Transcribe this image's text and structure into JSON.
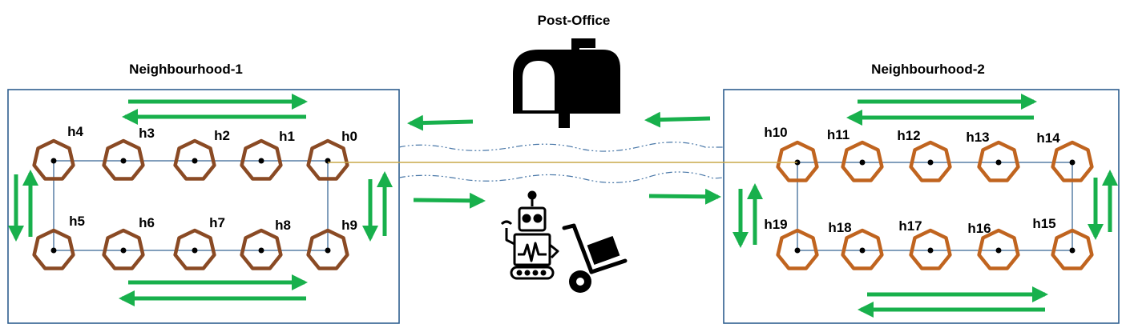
{
  "title": "Post-Office",
  "neighbourhoods": [
    {
      "label": "Neighbourhood-1",
      "houses_top": [
        "h4",
        "h3",
        "h2",
        "h1",
        "h0"
      ],
      "houses_bottom": [
        "h5",
        "h6",
        "h7",
        "h8",
        "h9"
      ]
    },
    {
      "label": "Neighbourhood-2",
      "houses_top": [
        "h10",
        "h11",
        "h12",
        "h13",
        "h14"
      ],
      "houses_bottom": [
        "h19",
        "h18",
        "h17",
        "h16",
        "h15"
      ]
    }
  ],
  "icons": {
    "mailbox": "mailbox-icon",
    "robot": "robot-icon",
    "hand_truck": "hand-truck-icon",
    "house": "heptagon-house-icon",
    "arrow": "direction-arrow-icon"
  },
  "colors": {
    "box_stroke": "#2f5f8f",
    "house_n1": "#8a4a24",
    "house_n2": "#c0641f",
    "arrow": "#18b04c",
    "road": "#c9a84a",
    "dash": "#4a78a8",
    "ink": "#000000"
  }
}
